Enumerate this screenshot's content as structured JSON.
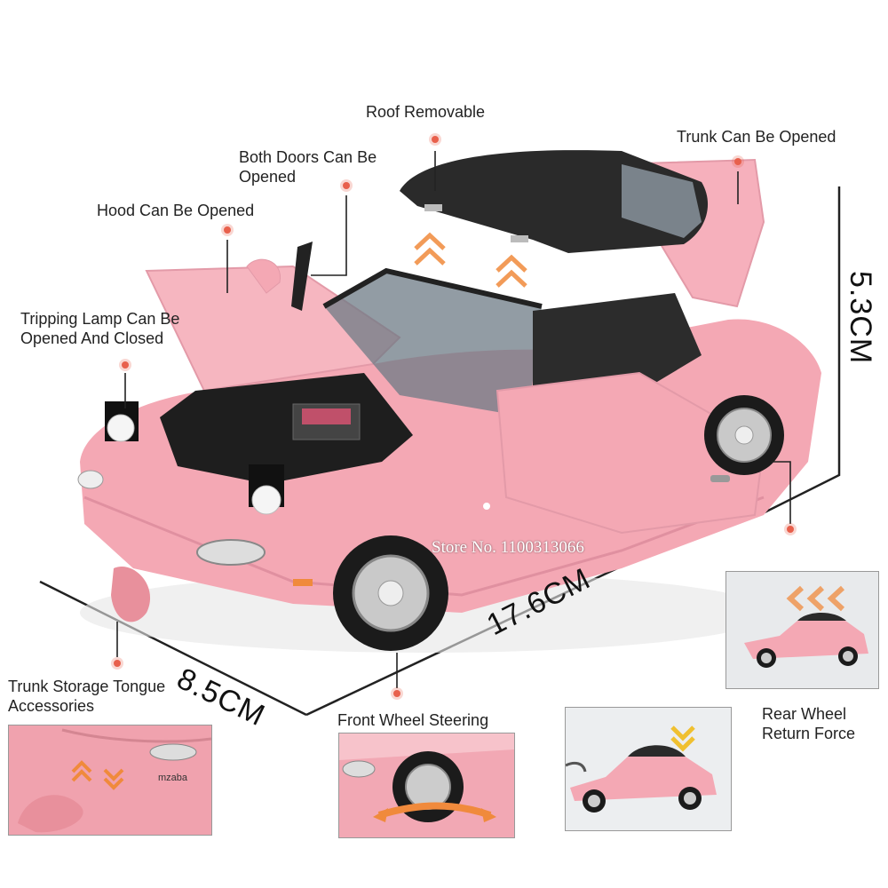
{
  "labels": {
    "roof": "Roof Removable",
    "trunk_open": "Trunk Can Be Opened",
    "doors": "Both Doors Can Be Opened",
    "hood": "Hood Can Be Opened",
    "lamp": "Tripping Lamp Can Be Opened And Closed",
    "tongue": "Trunk Storage Tongue Accessories",
    "steering": "Front Wheel Steering",
    "rear_wheel": "Rear Wheel Return Force"
  },
  "dimensions": {
    "height": "5.3CM",
    "length": "17.6CM",
    "width": "8.5CM"
  },
  "watermark": "Store No. 1100313066",
  "brand_plate": "mzaba",
  "colors": {
    "car_pink": "#f4a8b4",
    "roof_black": "#2a2a2a",
    "marker": "#e8604c",
    "arrow_orange": "#f08a3c"
  }
}
